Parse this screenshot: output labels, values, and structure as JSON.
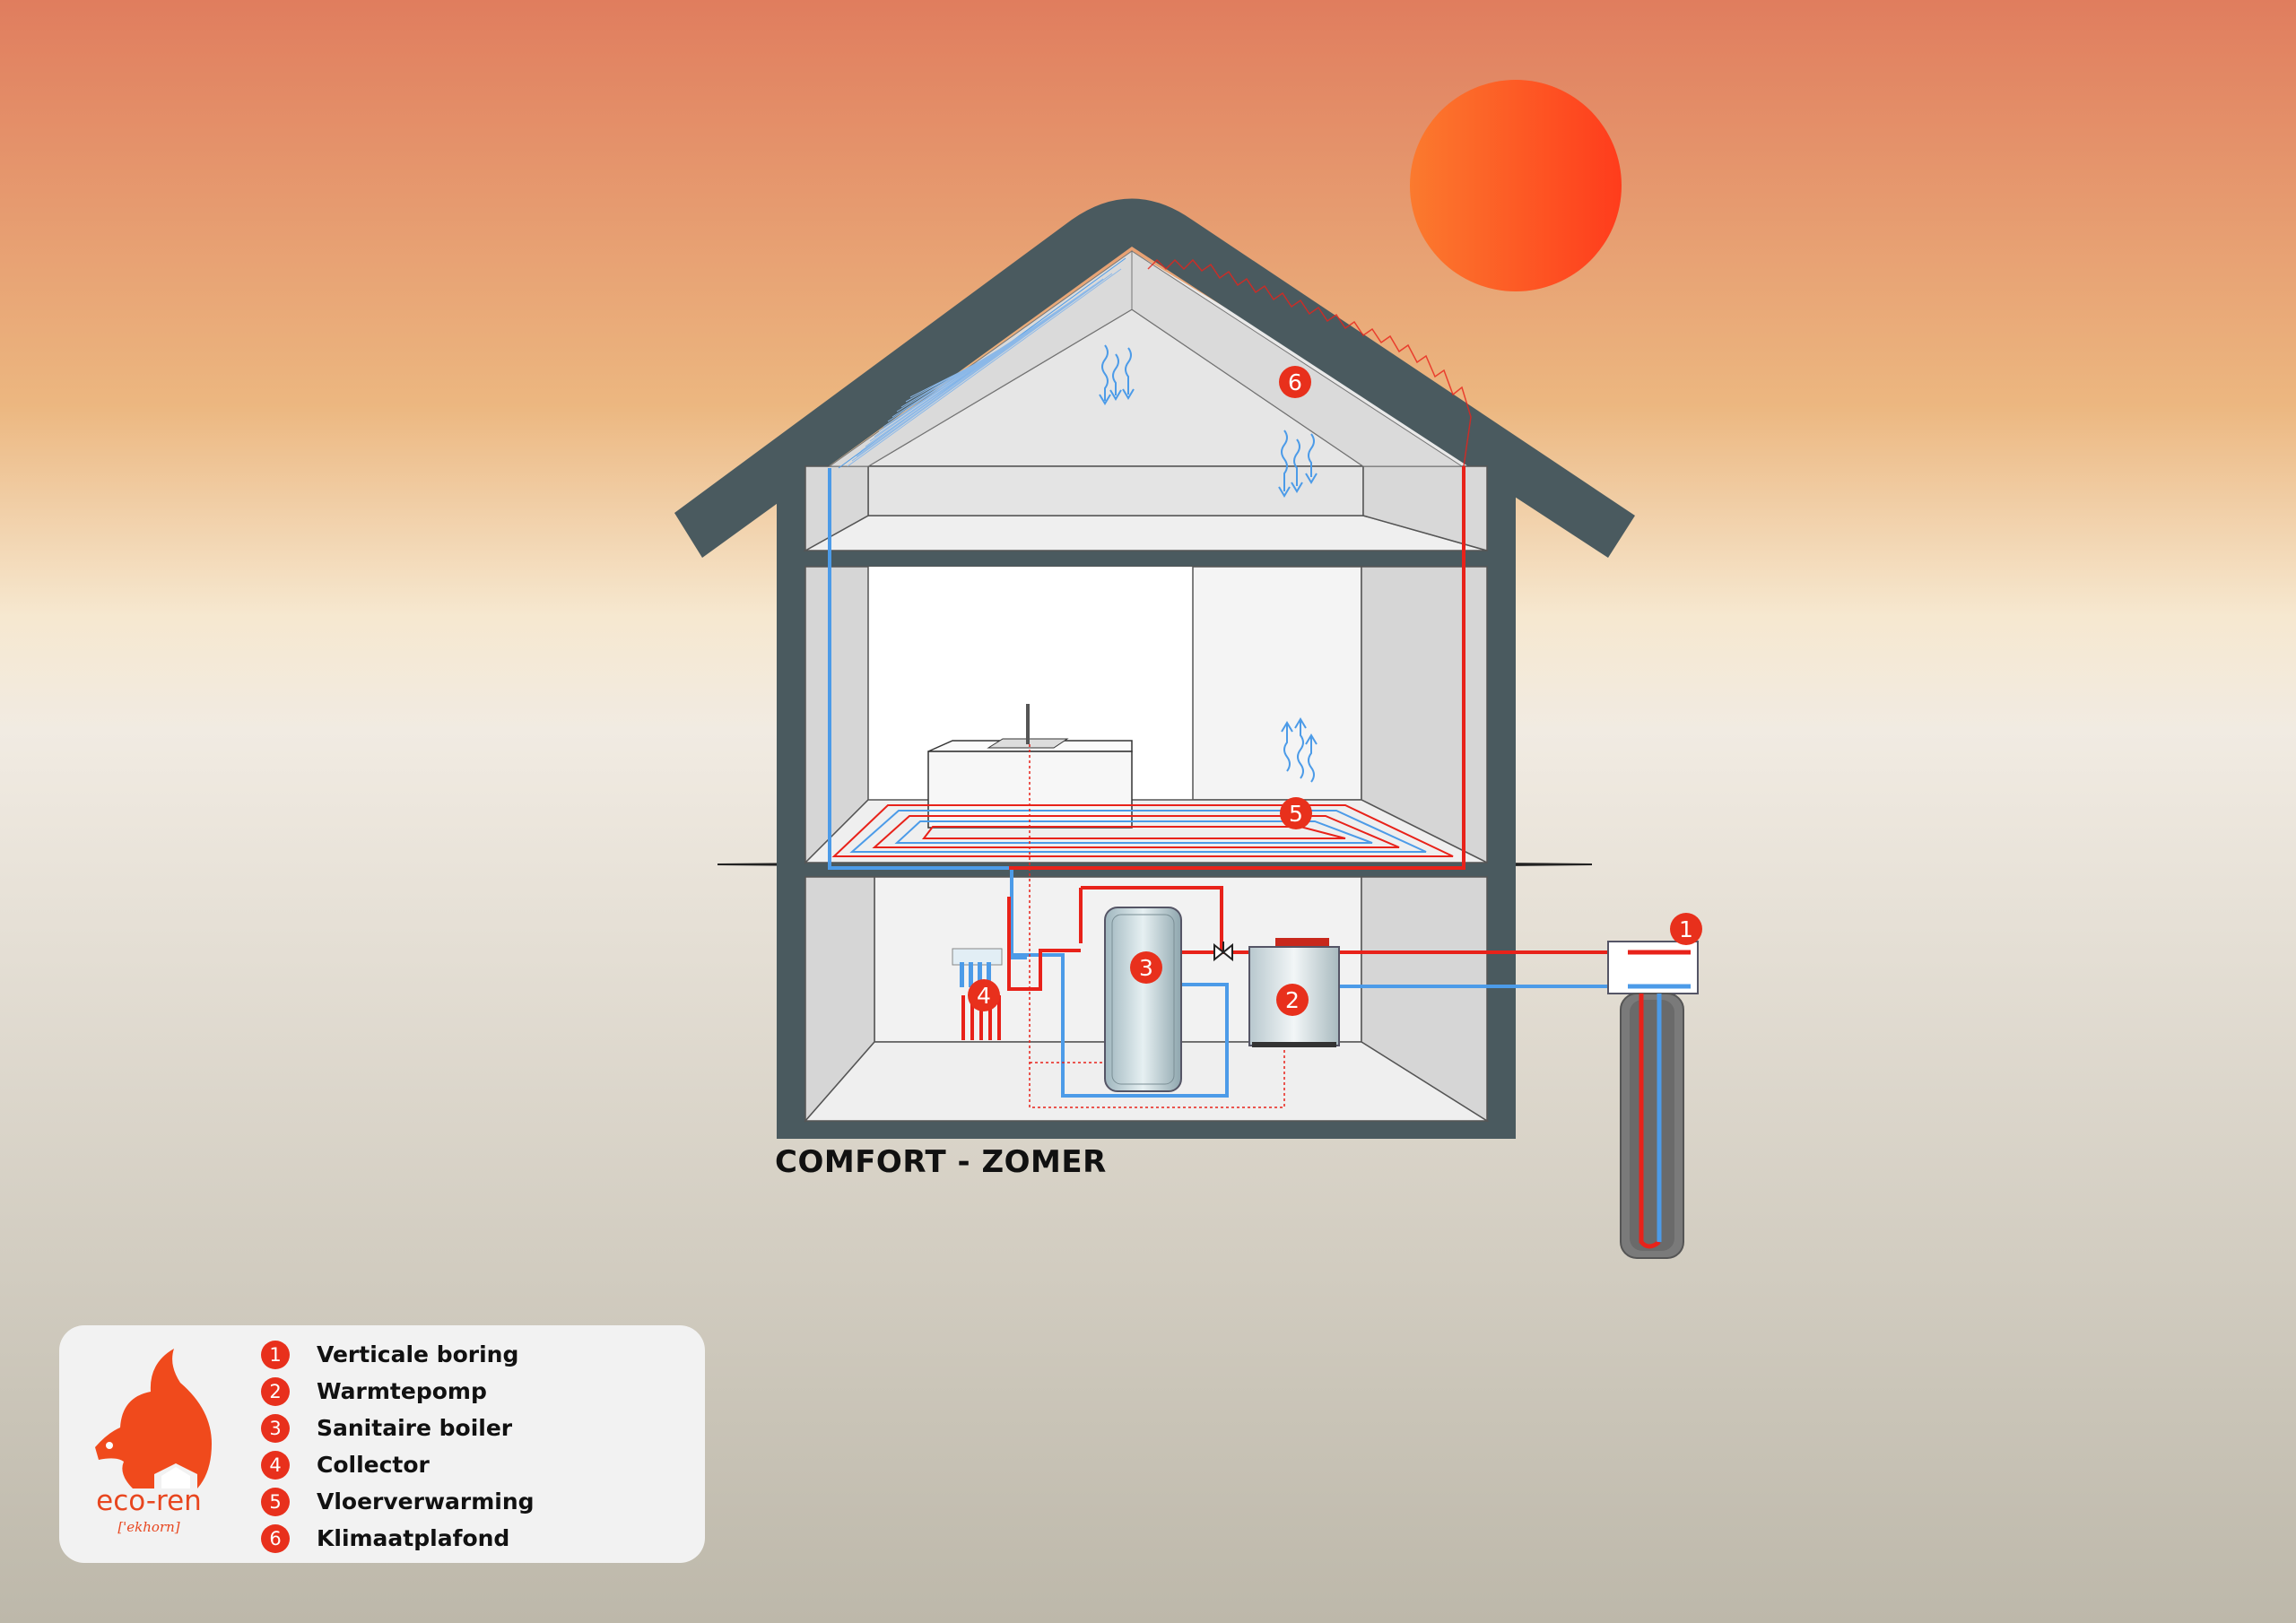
{
  "title": "COMFORT - ZOMER",
  "markers": [
    "1",
    "2",
    "3",
    "4",
    "5",
    "6"
  ],
  "legend": {
    "items": [
      {
        "number": "1",
        "label": "Verticale boring"
      },
      {
        "number": "2",
        "label": "Warmtepomp"
      },
      {
        "number": "3",
        "label": "Sanitaire boiler"
      },
      {
        "number": "4",
        "label": "Collector"
      },
      {
        "number": "5",
        "label": "Vloerverwarming"
      },
      {
        "number": "6",
        "label": "Klimaatplafond"
      }
    ]
  },
  "logo": {
    "brand": "eco-ren",
    "phonetic": "['ekhorn]"
  },
  "colors": {
    "hot_pipe": "#e8221a",
    "cold_pipe": "#4c9be8",
    "wall": "#4a5a5f",
    "marker": "#e8301c",
    "sun": "#ff4a1c"
  }
}
